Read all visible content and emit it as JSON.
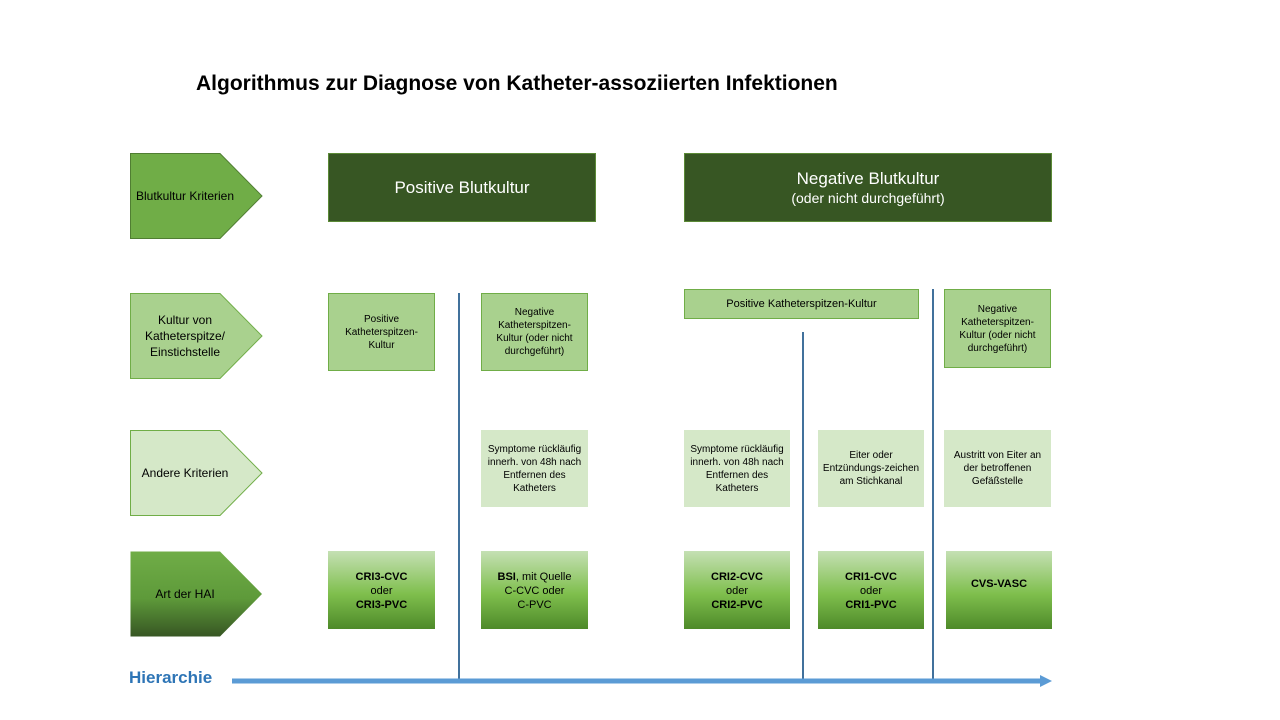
{
  "title": "Algorithmus zur Diagnose von Katheter-assoziierten Infektionen",
  "rows": [
    {
      "label": "Blutkultur Kriterien"
    },
    {
      "label": "Kultur von Katheterspitze/ Einstichstelle"
    },
    {
      "label": "Andere Kriterien"
    },
    {
      "label": "Art der HAI"
    }
  ],
  "headers": {
    "positive": {
      "main": "Positive Blutkultur"
    },
    "negative": {
      "main": "Negative Blutkultur",
      "sub": "(oder nicht durchgeführt)"
    }
  },
  "culture": {
    "pos_tip_1": "Positive Katheterspitzen-Kultur",
    "neg_tip_1": "Negative Katheterspitzen-Kultur (oder nicht durchgeführt)",
    "pos_tip_wide": "Positive Katheterspitzen-Kultur",
    "neg_tip_2": "Negative Katheterspitzen-Kultur (oder nicht durchgeführt)"
  },
  "other": {
    "symptoms_1": "Symptome rückläufig innerh. von 48h nach Entfernen des Katheters",
    "symptoms_2": "Symptome rückläufig innerh. von 48h nach Entfernen des Katheters",
    "pus": "Eiter oder Entzündungs-zeichen am Stichkanal",
    "leak": "Austritt von Eiter an der betroffenen Gefäßstelle"
  },
  "hai": {
    "cri3": {
      "line1": "CRI3-CVC",
      "line2": "oder",
      "line3": "CRI3-PVC"
    },
    "bsi": {
      "bold": "BSI",
      "rest": ", mit Quelle",
      "line2": "C-CVC oder",
      "line3": "C-PVC"
    },
    "cri2": {
      "line1": "CRI2-CVC",
      "line2": "oder",
      "line3": "CRI2-PVC"
    },
    "cri1": {
      "line1": "CRI1-CVC",
      "line2": "oder",
      "line3": "CRI1-PVC"
    },
    "cvs": {
      "line1": "CVS-VASC"
    }
  },
  "hierarchy_label": "Hierarchie",
  "colors": {
    "header_dark": "#375623",
    "row1": "#70ad47",
    "row2": "#a9d18e",
    "row3": "#d5e8c8",
    "row4_top": "#70ad47",
    "row4_bottom": "#375623",
    "arrow": "#5b9bd5",
    "divider": "#41719c",
    "hierarchy_text": "#2e75b6"
  }
}
